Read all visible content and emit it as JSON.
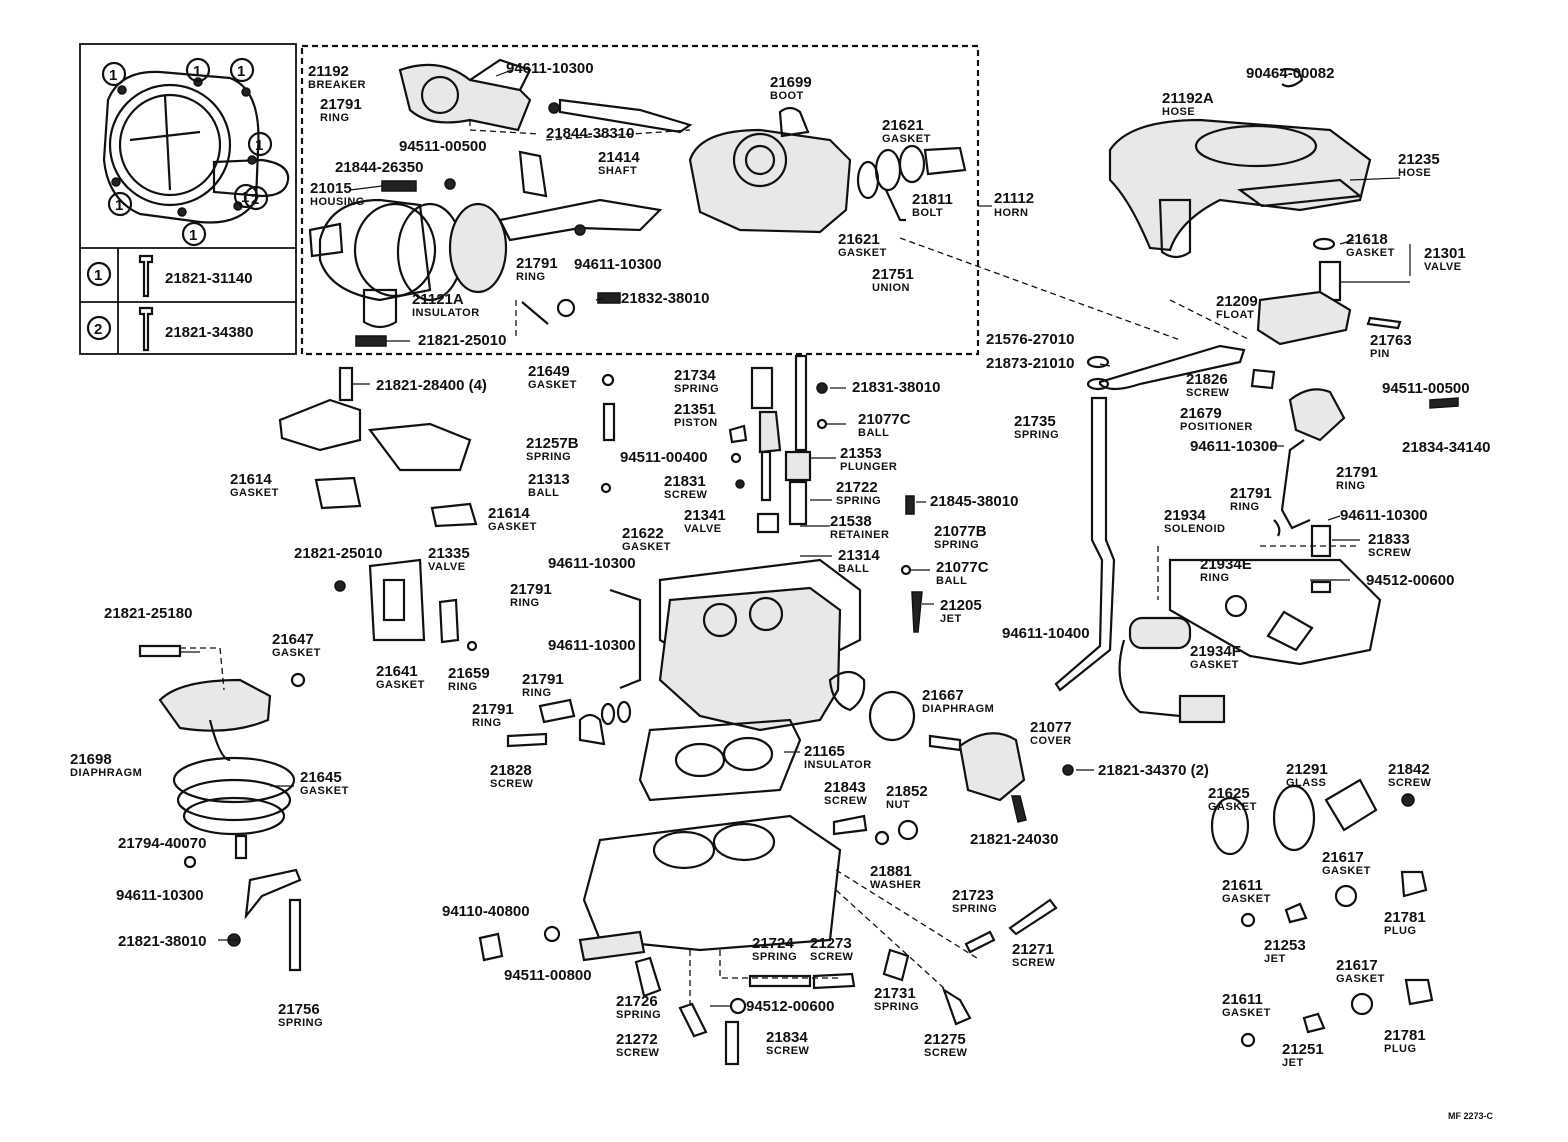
{
  "footer_code": "MF 2273-C",
  "legend": {
    "rows": [
      {
        "mark": "1",
        "part": "21821-31140"
      },
      {
        "mark": "2",
        "part": "21821-34380"
      }
    ],
    "marks": [
      "1",
      "1",
      "1",
      "1",
      "1",
      "1",
      "1",
      "2"
    ]
  },
  "horn_group": {
    "number": "21112",
    "name": "HORN"
  },
  "labels": [
    {
      "id": "l-21192",
      "num": "21192",
      "name": "BREAKER"
    },
    {
      "id": "l-21791a",
      "num": "21791",
      "name": "RING"
    },
    {
      "id": "l-94611a",
      "num": "94611-10300",
      "name": ""
    },
    {
      "id": "l-21844-38310",
      "num": "21844-38310",
      "name": ""
    },
    {
      "id": "l-94511-00500a",
      "num": "94511-00500",
      "name": ""
    },
    {
      "id": "l-21414",
      "num": "21414",
      "name": "SHAFT"
    },
    {
      "id": "l-21844-26350",
      "num": "21844-26350",
      "name": ""
    },
    {
      "id": "l-21015",
      "num": "21015",
      "name": "HOUSING"
    },
    {
      "id": "l-21791b",
      "num": "21791",
      "name": "RING"
    },
    {
      "id": "l-94611b",
      "num": "94611-10300",
      "name": ""
    },
    {
      "id": "l-21121A",
      "num": "21121A",
      "name": "INSULATOR"
    },
    {
      "id": "l-21832",
      "num": "21832-38010",
      "name": ""
    },
    {
      "id": "l-21821-25010a",
      "num": "21821-25010",
      "name": ""
    },
    {
      "id": "l-21699",
      "num": "21699",
      "name": "BOOT"
    },
    {
      "id": "l-21621a",
      "num": "21621",
      "name": "GASKET"
    },
    {
      "id": "l-21811",
      "num": "21811",
      "name": "BOLT"
    },
    {
      "id": "l-21621b",
      "num": "21621",
      "name": "GASKET"
    },
    {
      "id": "l-21751",
      "num": "21751",
      "name": "UNION"
    },
    {
      "id": "l-90464",
      "num": "90464-00082",
      "name": ""
    },
    {
      "id": "l-21192A",
      "num": "21192A",
      "name": "HOSE"
    },
    {
      "id": "l-21235",
      "num": "21235",
      "name": "HOSE"
    },
    {
      "id": "l-21618",
      "num": "21618",
      "name": "GASKET"
    },
    {
      "id": "l-21301",
      "num": "21301",
      "name": "VALVE"
    },
    {
      "id": "l-21209",
      "num": "21209",
      "name": "FLOAT"
    },
    {
      "id": "l-21763",
      "num": "21763",
      "name": "PIN"
    },
    {
      "id": "l-21576",
      "num": "21576-27010",
      "name": ""
    },
    {
      "id": "l-21873",
      "num": "21873-21010",
      "name": ""
    },
    {
      "id": "l-21826",
      "num": "21826",
      "name": "SCREW"
    },
    {
      "id": "l-94511-00500b",
      "num": "94511-00500",
      "name": ""
    },
    {
      "id": "l-21679",
      "num": "21679",
      "name": "POSITIONER"
    },
    {
      "id": "l-94611c",
      "num": "94611-10300",
      "name": ""
    },
    {
      "id": "l-21834-34140",
      "num": "21834-34140",
      "name": ""
    },
    {
      "id": "l-21791c",
      "num": "21791",
      "name": "RING"
    },
    {
      "id": "l-21735",
      "num": "21735",
      "name": "SPRING"
    },
    {
      "id": "l-21791d",
      "num": "21791",
      "name": "RING"
    },
    {
      "id": "l-94611d",
      "num": "94611-10300",
      "name": ""
    },
    {
      "id": "l-21934",
      "num": "21934",
      "name": "SOLENOID"
    },
    {
      "id": "l-21833",
      "num": "21833",
      "name": "SCREW"
    },
    {
      "id": "l-21934E",
      "num": "21934E",
      "name": "RING"
    },
    {
      "id": "l-94512a",
      "num": "94512-00600",
      "name": ""
    },
    {
      "id": "l-94611-10400",
      "num": "94611-10400",
      "name": ""
    },
    {
      "id": "l-21934F",
      "num": "21934F",
      "name": "GASKET"
    },
    {
      "id": "l-21821-28400",
      "num": "21821-28400 (4)",
      "name": ""
    },
    {
      "id": "l-21649",
      "num": "21649",
      "name": "GASKET"
    },
    {
      "id": "l-21734",
      "num": "21734",
      "name": "SPRING"
    },
    {
      "id": "l-21831-38010",
      "num": "21831-38010",
      "name": ""
    },
    {
      "id": "l-21351",
      "num": "21351",
      "name": "PISTON"
    },
    {
      "id": "l-21077Ca",
      "num": "21077C",
      "name": "BALL"
    },
    {
      "id": "l-21257B",
      "num": "21257B",
      "name": "SPRING"
    },
    {
      "id": "l-94511-00400",
      "num": "94511-00400",
      "name": ""
    },
    {
      "id": "l-21353",
      "num": "21353",
      "name": "PLUNGER"
    },
    {
      "id": "l-21313",
      "num": "21313",
      "name": "BALL"
    },
    {
      "id": "l-21831",
      "num": "21831",
      "name": "SCREW"
    },
    {
      "id": "l-21722",
      "num": "21722",
      "name": "SPRING"
    },
    {
      "id": "l-21845",
      "num": "21845-38010",
      "name": ""
    },
    {
      "id": "l-21614a",
      "num": "21614",
      "name": "GASKET"
    },
    {
      "id": "l-21614b",
      "num": "21614",
      "name": "GASKET"
    },
    {
      "id": "l-21341",
      "num": "21341",
      "name": "VALVE"
    },
    {
      "id": "l-21538",
      "num": "21538",
      "name": "RETAINER"
    },
    {
      "id": "l-21077B",
      "num": "21077B",
      "name": "SPRING"
    },
    {
      "id": "l-21622",
      "num": "21622",
      "name": "GASKET"
    },
    {
      "id": "l-21314",
      "num": "21314",
      "name": "BALL"
    },
    {
      "id": "l-21821-25010b",
      "num": "21821-25010",
      "name": ""
    },
    {
      "id": "l-21335",
      "num": "21335",
      "name": "VALVE"
    },
    {
      "id": "l-94611e",
      "num": "94611-10300",
      "name": ""
    },
    {
      "id": "l-21077Cb",
      "num": "21077C",
      "name": "BALL"
    },
    {
      "id": "l-21791e",
      "num": "21791",
      "name": "RING"
    },
    {
      "id": "l-21205",
      "num": "21205",
      "name": "JET"
    },
    {
      "id": "l-21821-25180",
      "num": "21821-25180",
      "name": ""
    },
    {
      "id": "l-21647",
      "num": "21647",
      "name": "GASKET"
    },
    {
      "id": "l-21641",
      "num": "21641",
      "name": "GASKET"
    },
    {
      "id": "l-21659",
      "num": "21659",
      "name": "RING"
    },
    {
      "id": "l-94611f",
      "num": "94611-10300",
      "name": ""
    },
    {
      "id": "l-21791f",
      "num": "21791",
      "name": "RING"
    },
    {
      "id": "l-21667",
      "num": "21667",
      "name": "DIAPHRAGM"
    },
    {
      "id": "l-21791g",
      "num": "21791",
      "name": "RING"
    },
    {
      "id": "l-21077",
      "num": "21077",
      "name": "COVER"
    },
    {
      "id": "l-21165",
      "num": "21165",
      "name": "INSULATOR"
    },
    {
      "id": "l-21698",
      "num": "21698",
      "name": "DIAPHRAGM"
    },
    {
      "id": "l-21645",
      "num": "21645",
      "name": "GASKET"
    },
    {
      "id": "l-21828",
      "num": "21828",
      "name": "SCREW"
    },
    {
      "id": "l-21821-34370",
      "num": "21821-34370 (2)",
      "name": ""
    },
    {
      "id": "l-21843",
      "num": "21843",
      "name": "SCREW"
    },
    {
      "id": "l-21852",
      "num": "21852",
      "name": "NUT"
    },
    {
      "id": "l-21291",
      "num": "21291",
      "name": "GLASS"
    },
    {
      "id": "l-21842",
      "num": "21842",
      "name": "SCREW"
    },
    {
      "id": "l-21625",
      "num": "21625",
      "name": "GASKET"
    },
    {
      "id": "l-21821-24030",
      "num": "21821-24030",
      "name": ""
    },
    {
      "id": "l-21794",
      "num": "21794-40070",
      "name": ""
    },
    {
      "id": "l-21881",
      "num": "21881",
      "name": "WASHER"
    },
    {
      "id": "l-94611g",
      "num": "94611-10300",
      "name": ""
    },
    {
      "id": "l-21617a",
      "num": "21617",
      "name": "GASKET"
    },
    {
      "id": "l-21611a",
      "num": "21611",
      "name": "GASKET"
    },
    {
      "id": "l-21723",
      "num": "21723",
      "name": "SPRING"
    },
    {
      "id": "l-21821-38010",
      "num": "21821-38010",
      "name": ""
    },
    {
      "id": "l-21781a",
      "num": "21781",
      "name": "PLUG"
    },
    {
      "id": "l-94110",
      "num": "94110-40800",
      "name": ""
    },
    {
      "id": "l-21253",
      "num": "21253",
      "name": "JET"
    },
    {
      "id": "l-21271",
      "num": "21271",
      "name": "SCREW"
    },
    {
      "id": "l-21724",
      "num": "21724",
      "name": "SPRING"
    },
    {
      "id": "l-21273",
      "num": "21273",
      "name": "SCREW"
    },
    {
      "id": "l-94511-00800",
      "num": "94511-00800",
      "name": ""
    },
    {
      "id": "l-21726",
      "num": "21726",
      "name": "SPRING"
    },
    {
      "id": "l-21731",
      "num": "21731",
      "name": "SPRING"
    },
    {
      "id": "l-21617b",
      "num": "21617",
      "name": "GASKET"
    },
    {
      "id": "l-21756",
      "num": "21756",
      "name": "SPRING"
    },
    {
      "id": "l-94512b",
      "num": "94512-00600",
      "name": ""
    },
    {
      "id": "l-21611b",
      "num": "21611",
      "name": "GASKET"
    },
    {
      "id": "l-21781b",
      "num": "21781",
      "name": "PLUG"
    },
    {
      "id": "l-21272",
      "num": "21272",
      "name": "SCREW"
    },
    {
      "id": "l-21834",
      "num": "21834",
      "name": "SCREW"
    },
    {
      "id": "l-21275",
      "num": "21275",
      "name": "SCREW"
    },
    {
      "id": "l-21251",
      "num": "21251",
      "name": "JET"
    }
  ]
}
